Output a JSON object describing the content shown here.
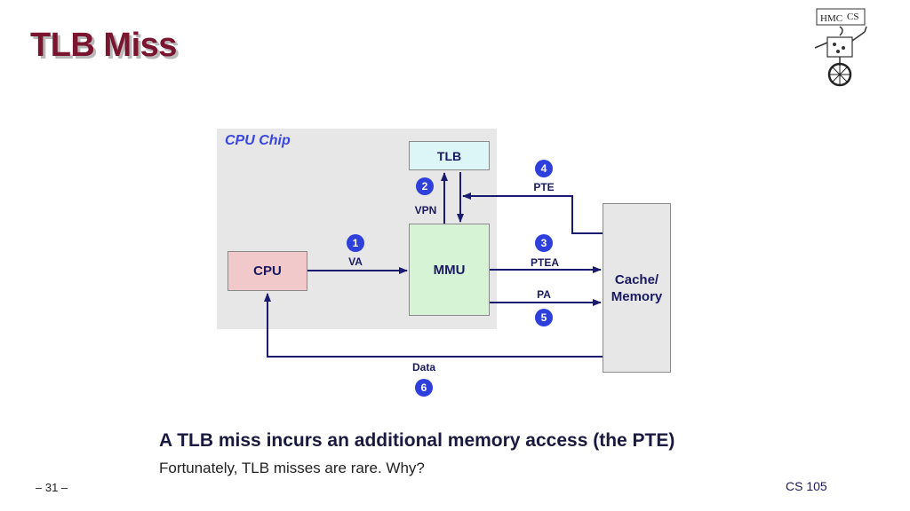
{
  "slide": {
    "title": "TLB Miss",
    "page_number": "– 31 –",
    "course": "CS 105",
    "logo_text": "HMC CS"
  },
  "diagram": {
    "chip_label": "CPU Chip",
    "boxes": {
      "cpu": "CPU",
      "tlb": "TLB",
      "mmu": "MMU",
      "memory_line1": "Cache/",
      "memory_line2": "Memory"
    },
    "edge_labels": {
      "va": "VA",
      "vpn": "VPN",
      "pte": "PTE",
      "ptea": "PTEA",
      "pa": "PA",
      "data": "Data"
    },
    "steps": [
      "1",
      "2",
      "3",
      "4",
      "5",
      "6"
    ],
    "colors": {
      "arrow": "#1a1a70",
      "step_badge": "#2e3fdc",
      "title": "#7a1530",
      "chip_label": "#3a46e0"
    }
  },
  "caption": {
    "main": "A TLB miss incurs an additional memory access (the PTE)",
    "sub": "Fortunately, TLB misses are rare. Why?"
  }
}
